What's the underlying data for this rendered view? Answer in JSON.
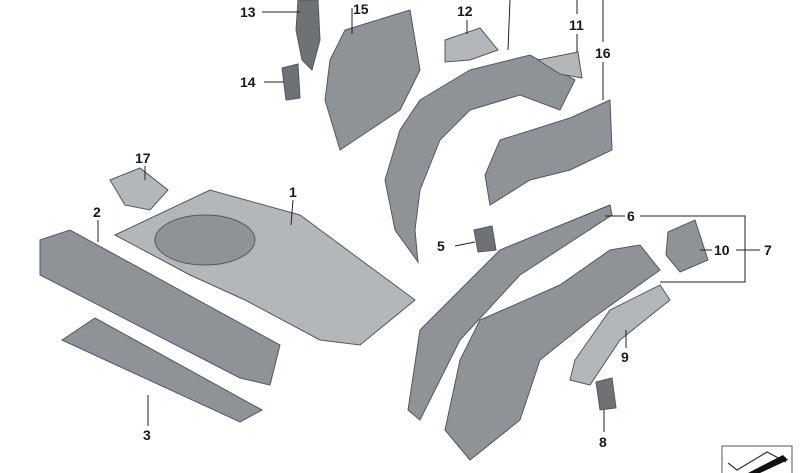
{
  "diagram": {
    "labels": [
      "1",
      "2",
      "3",
      "5",
      "6",
      "7",
      "8",
      "9",
      "10",
      "11",
      "12",
      "13",
      "14",
      "15",
      "16",
      "17"
    ],
    "corner_icon": "part-box-icon"
  }
}
